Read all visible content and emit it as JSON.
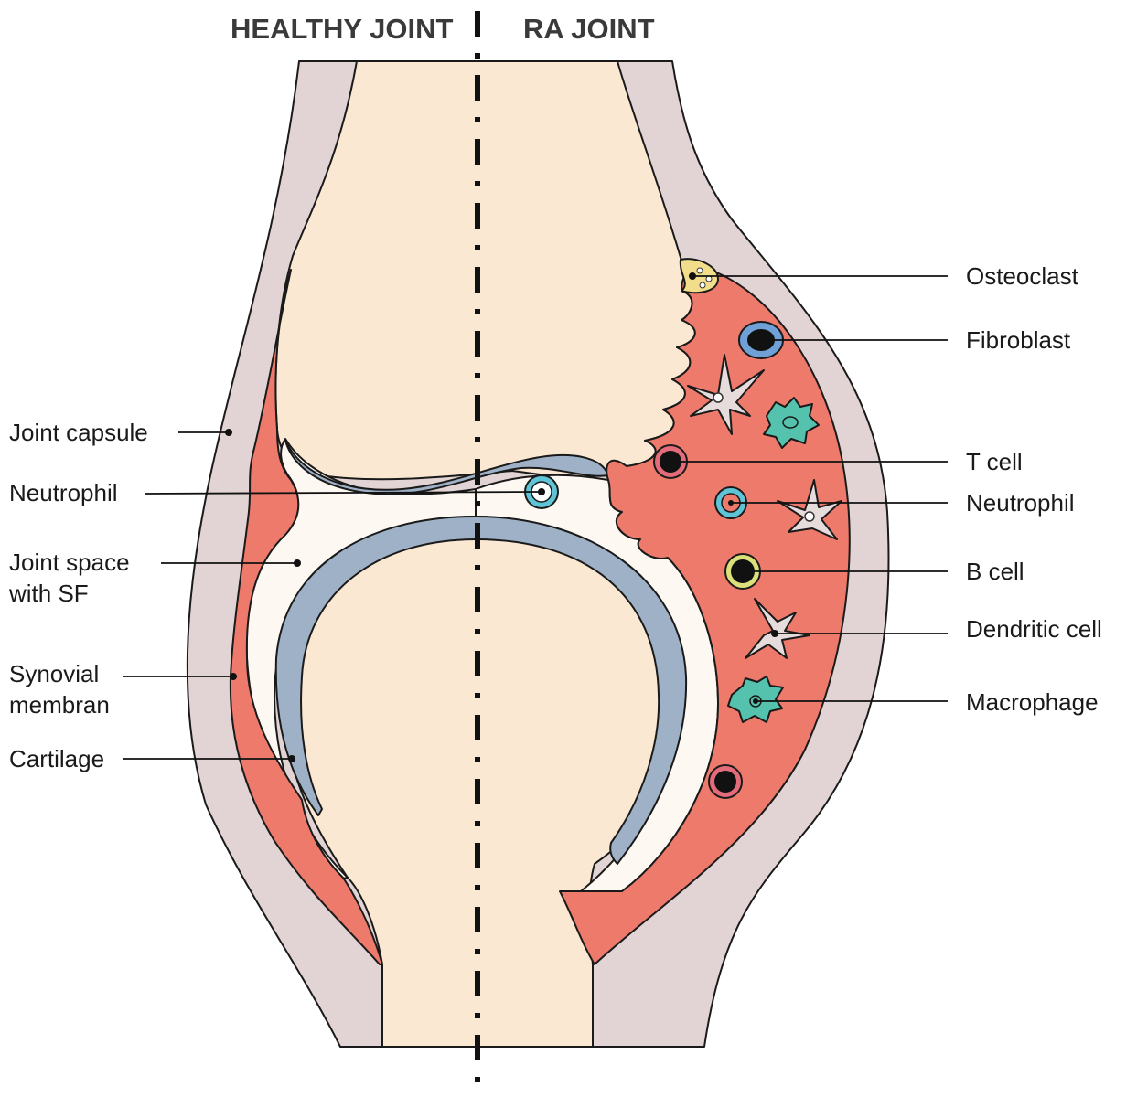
{
  "headers": {
    "left": "HEALTHY JOINT",
    "right": "RA JOINT"
  },
  "labels_left": {
    "joint_capsule": "Joint capsule",
    "neutrophil": "Neutrophil",
    "joint_space_1": "Joint space",
    "joint_space_2": "with SF",
    "synovial_1": "Synovial",
    "synovial_2": "membran",
    "cartilage": "Cartilage"
  },
  "labels_right": {
    "osteoclast": "Osteoclast",
    "fibroblast": "Fibroblast",
    "t_cell": "T cell",
    "neutrophil": "Neutrophil",
    "b_cell": "B cell",
    "dendritic_cell": "Dendritic cell",
    "macrophage": "Macrophage"
  },
  "colors": {
    "capsule": "#e2d4d4",
    "bone": "#fbe8d2",
    "synovium": "#ee7a6c",
    "cartilage": "#9fb1c6",
    "synovial_fluid": "#fdf8f2",
    "neutrophil_ring": "#5ec4d6",
    "t_cell_ring": "#e36b7a",
    "b_cell_ring": "#dbe07a",
    "fibroblast_ring": "#6fa0d6",
    "osteoclast": "#f1dd8a",
    "macrophage": "#55c2ae",
    "dendritic": "#e7dcdc"
  }
}
